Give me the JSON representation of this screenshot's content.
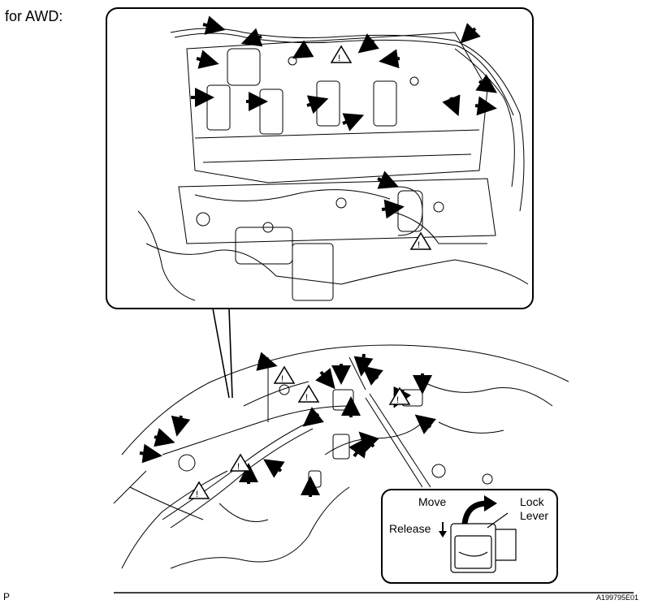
{
  "caption": "for AWD:",
  "figure_code": "A199795E01",
  "corner_mark": "P",
  "detail": {
    "move_label": "Move",
    "release_label": "Release",
    "lock_lever_line1": "Lock",
    "lock_lever_line2": "Lever"
  },
  "icons": {
    "arrow": "arrow-icon",
    "warning_triangle": "warning-triangle-icon",
    "connector": "connector-icon"
  }
}
